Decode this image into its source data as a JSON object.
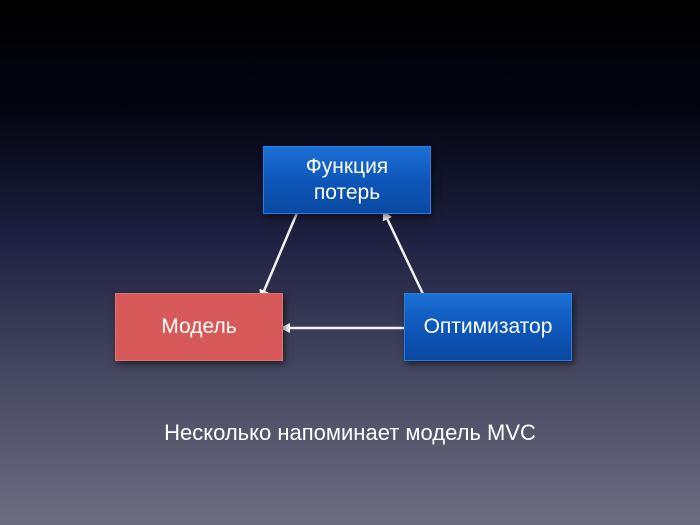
{
  "diagram": {
    "nodes": {
      "loss_function": {
        "label": "Функция потерь",
        "color": "#0d55b8"
      },
      "model": {
        "label": "Модель",
        "color": "#d75a58"
      },
      "optimizer": {
        "label": "Оптимизатор",
        "color": "#0d55b8"
      }
    },
    "edges": [
      {
        "from": "loss_function",
        "to": "model"
      },
      {
        "from": "optimizer",
        "to": "model"
      },
      {
        "from": "optimizer",
        "to": "loss_function"
      }
    ],
    "caption": "Несколько напоминает модель MVC"
  }
}
